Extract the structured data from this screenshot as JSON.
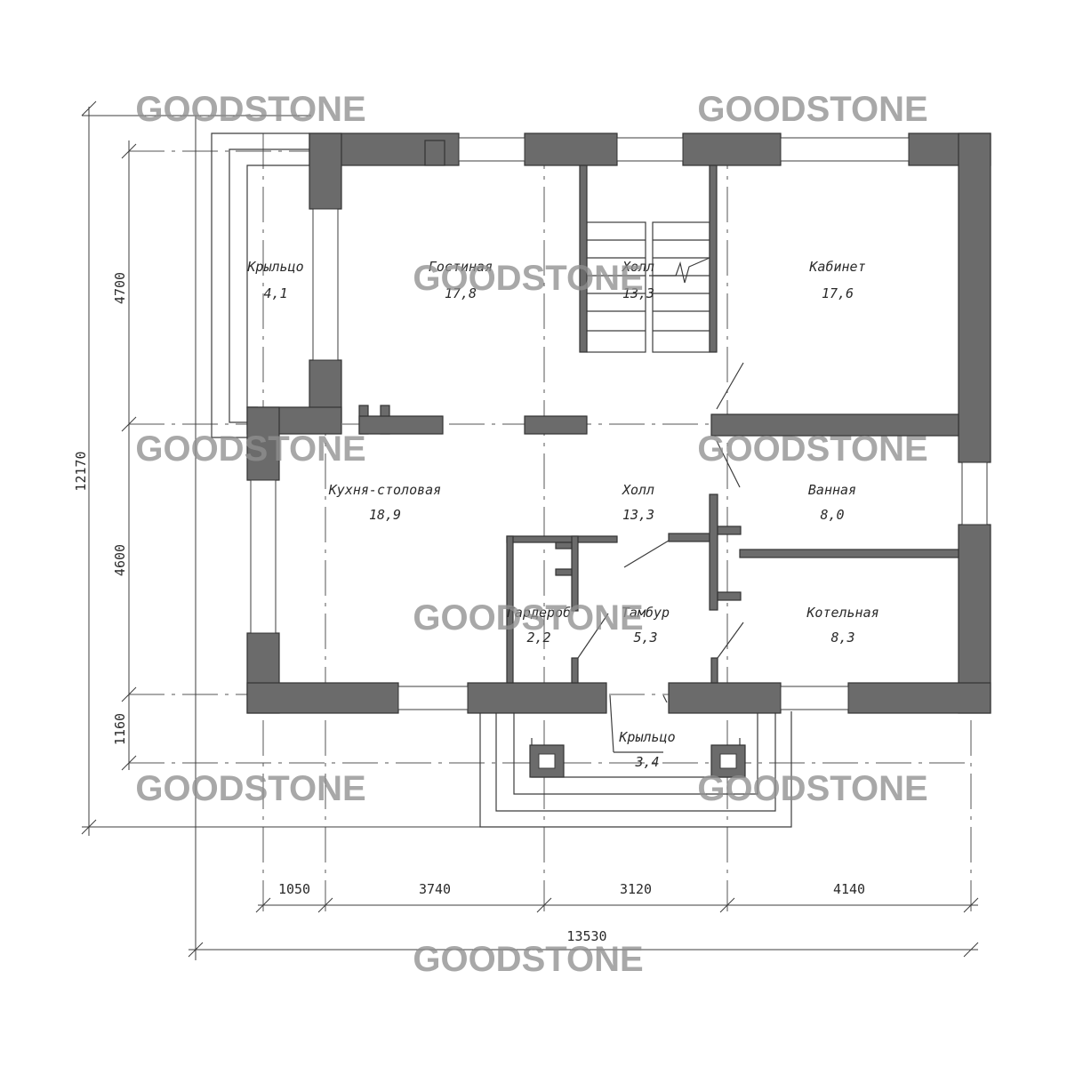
{
  "rooms": [
    {
      "name": "Крыльцо",
      "area": "4,1"
    },
    {
      "name": "Гостиная",
      "area": "17,8"
    },
    {
      "name": "Холл",
      "area": "13,3"
    },
    {
      "name": "Кабинет",
      "area": "17,6"
    },
    {
      "name": "Кухня-столовая",
      "area": "18,9"
    },
    {
      "name": "Холл",
      "area": "13,3"
    },
    {
      "name": "Ванная",
      "area": "8,0"
    },
    {
      "name": "Гардероб",
      "area": "2,2"
    },
    {
      "name": "Тамбур",
      "area": "5,3"
    },
    {
      "name": "Котельная",
      "area": "8,3"
    },
    {
      "name": "Крыльцо",
      "area": "3,4"
    }
  ],
  "dimensions": {
    "vertical_total": "12170",
    "vertical_segments": [
      "4700",
      "4600",
      "1160"
    ],
    "horizontal_segments": [
      "1050",
      "3740",
      "3120",
      "4140"
    ],
    "horizontal_total": "13530"
  },
  "watermark": "GOODSTONE",
  "colors": {
    "wall": "#6b6b6b",
    "line": "#3c3c3c",
    "watermark": "#8f8f8f"
  }
}
